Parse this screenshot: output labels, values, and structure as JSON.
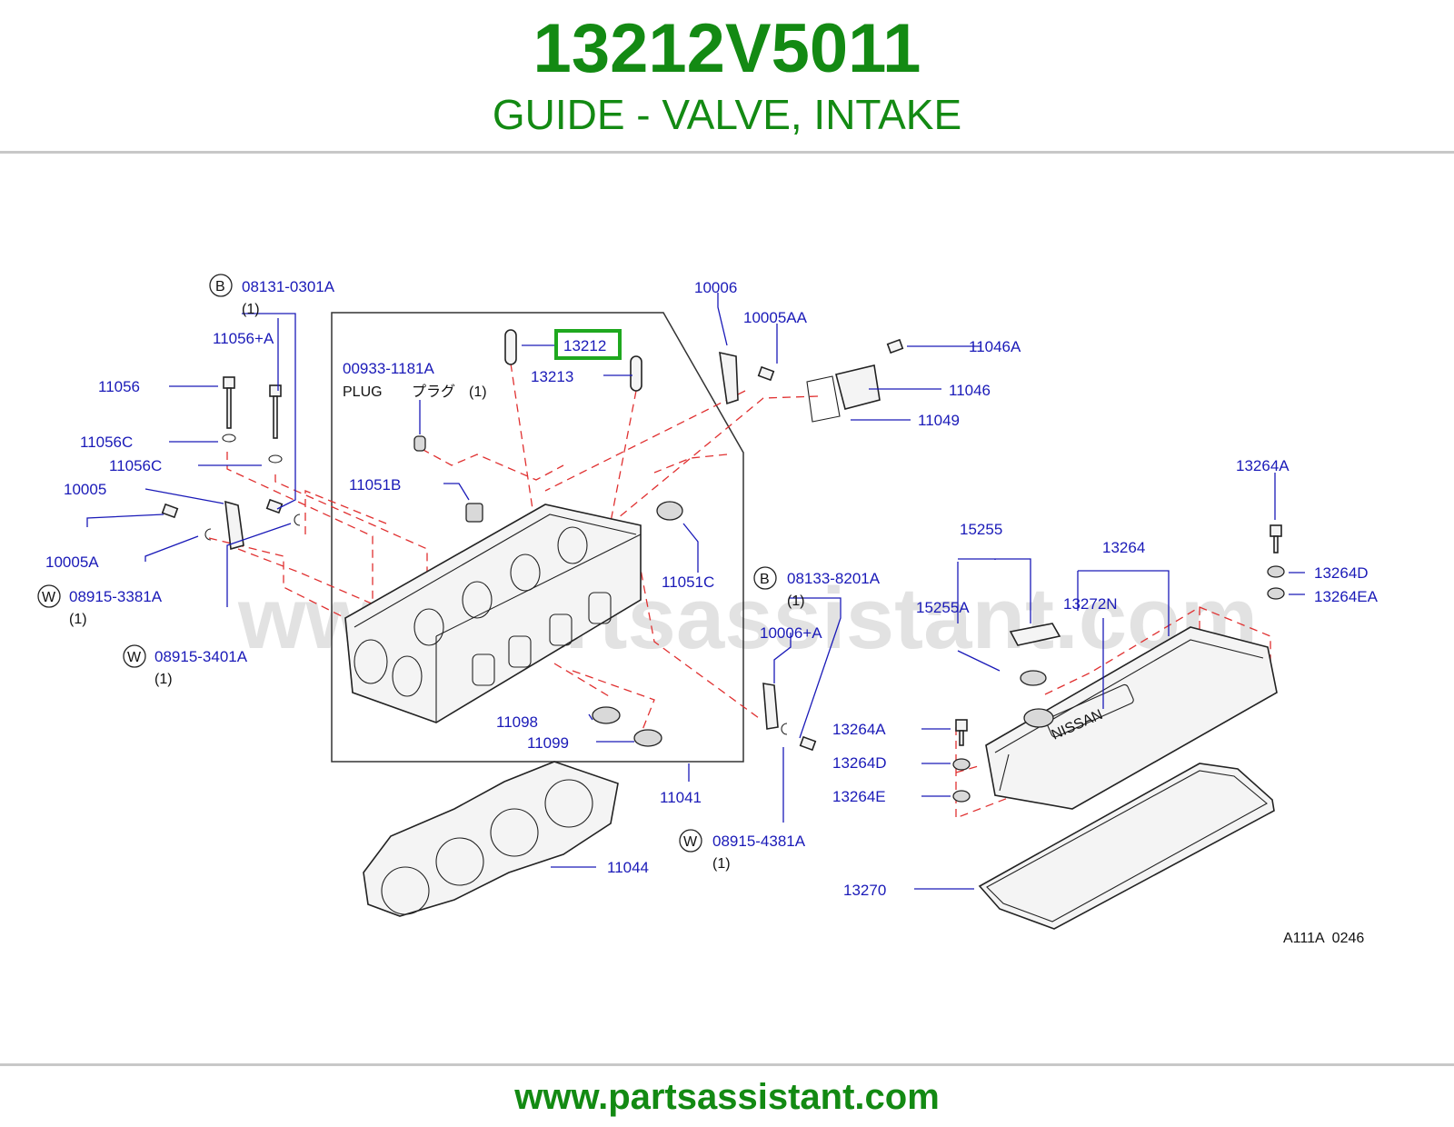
{
  "header": {
    "part_number": "13212V5011",
    "part_name": "GUIDE - VALVE, INTAKE"
  },
  "highlight": {
    "part": "13212",
    "color": "#1fa81f"
  },
  "colors": {
    "brand_green": "#138a13",
    "label_blue": "#1a1ab8",
    "leader_red": "#e03030"
  },
  "watermark": "www.partsassistant.com",
  "labels": {
    "p08131": "08131-0301A",
    "q08131": "(1)",
    "p11056a": "11056+A",
    "p11056": "11056",
    "p11056c1": "11056C",
    "p11056c2": "11056C",
    "p10005": "10005",
    "p10005a": "10005A",
    "p08915_3381": "08915-3381A",
    "q08915_3381": "(1)",
    "p08915_3401": "08915-3401A",
    "q08915_3401": "(1)",
    "p00933": "00933-1181A",
    "plug": "PLUG",
    "plug_jp": "プラグ",
    "q00933": "(1)",
    "p13213": "13213",
    "p11051b": "11051B",
    "p10006": "10006",
    "p10005aa": "10005AA",
    "p11046a": "11046A",
    "p11046": "11046",
    "p11049": "11049",
    "p11051c": "11051C",
    "p08133": "08133-8201A",
    "q08133": "(1)",
    "p10006a": "10006+A",
    "p11098": "11098",
    "p11099": "11099",
    "p11041": "11041",
    "p11044": "11044",
    "p08915_4381": "08915-4381A",
    "q08915_4381": "(1)",
    "p13264a_top": "13264A",
    "p15255": "15255",
    "p13264": "13264",
    "p15255a": "15255A",
    "p13272n": "13272N",
    "p13264d_r": "13264D",
    "p13264ea": "13264EA",
    "p13264a_l": "13264A",
    "p13264d_l": "13264D",
    "p13264e": "13264E",
    "p13270": "13270",
    "code": "A111A  0246",
    "nissan": "NISSAN"
  },
  "circles": {
    "b": "B",
    "w": "W"
  },
  "footer": "www.partsassistant.com"
}
